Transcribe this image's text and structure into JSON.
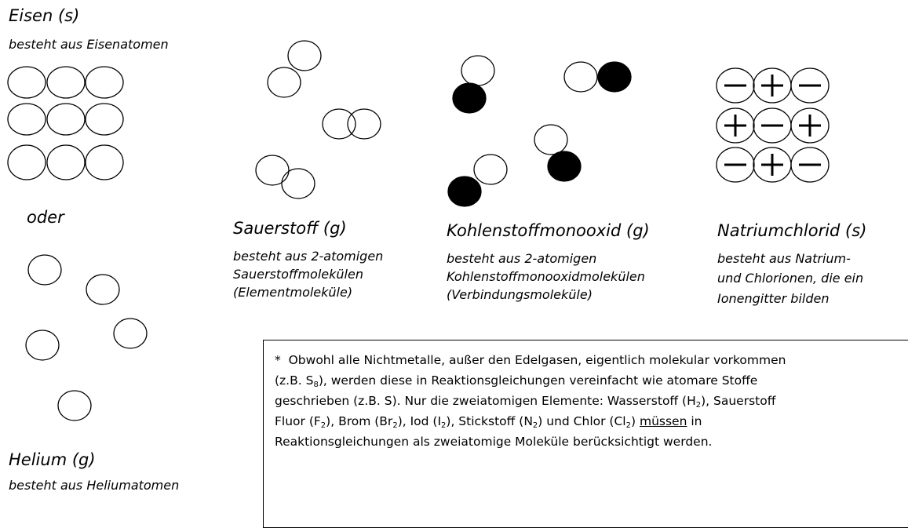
{
  "eisen": {
    "title": "Eisen (s)",
    "desc": "besteht aus Eisenatomen"
  },
  "oder": "oder",
  "helium": {
    "title": "Helium (g)",
    "desc": "besteht aus Heliumatomen"
  },
  "sauerstoff": {
    "title": "Sauerstoff (g)",
    "desc": [
      "besteht aus 2-atomigen",
      "Sauerstoffmolekülen",
      "(Elementmoleküle)"
    ]
  },
  "co": {
    "title": "Kohlenstoffmonooxid (g)",
    "desc": [
      "besteht aus 2-atomigen",
      "Kohlenstoffmonooxidmolekülen",
      "(Verbindungsmoleküle)"
    ]
  },
  "nacl": {
    "title": "Natriumchlorid (s)",
    "desc": [
      "besteht aus Natrium-",
      "und Chlorionen, die ein",
      "Ionengitter bilden"
    ]
  },
  "note": {
    "star": "*",
    "l1": "Obwohl alle Nichtmetalle, außer den Edelgasen, eigentlich molekular vorkommen",
    "l2a": "(z.B. S",
    "l2sub": "8",
    "l2b": "), werden diese in Reaktionsgleichungen vereinfacht wie atomare Stoffe",
    "l3a": "geschrieben (z.B. S). Nur die zweiatomigen Elemente: Wasserstoff (H",
    "l3sub": "2",
    "l3b": "), Sauerstoff",
    "l4a": "Fluor (F",
    "l4s1": "2",
    "l4b": "), Brom (Br",
    "l4s2": "2",
    "l4c": "), Iod (I",
    "l4s3": "2",
    "l4d": "), Stickstoff (N",
    "l4s4": "2",
    "l4e": ") und Chlor (Cl",
    "l4s5": "2",
    "l4f": ")",
    "l4u": "müssen",
    "l4g": "in",
    "l5": "Reaktionsgleichungen als zweiatomige Moleküle berücksichtigt werden."
  },
  "nacl_grid": [
    [
      "−",
      "+",
      "−"
    ],
    [
      "+",
      "−",
      "+"
    ],
    [
      "−",
      "+",
      "−"
    ]
  ]
}
